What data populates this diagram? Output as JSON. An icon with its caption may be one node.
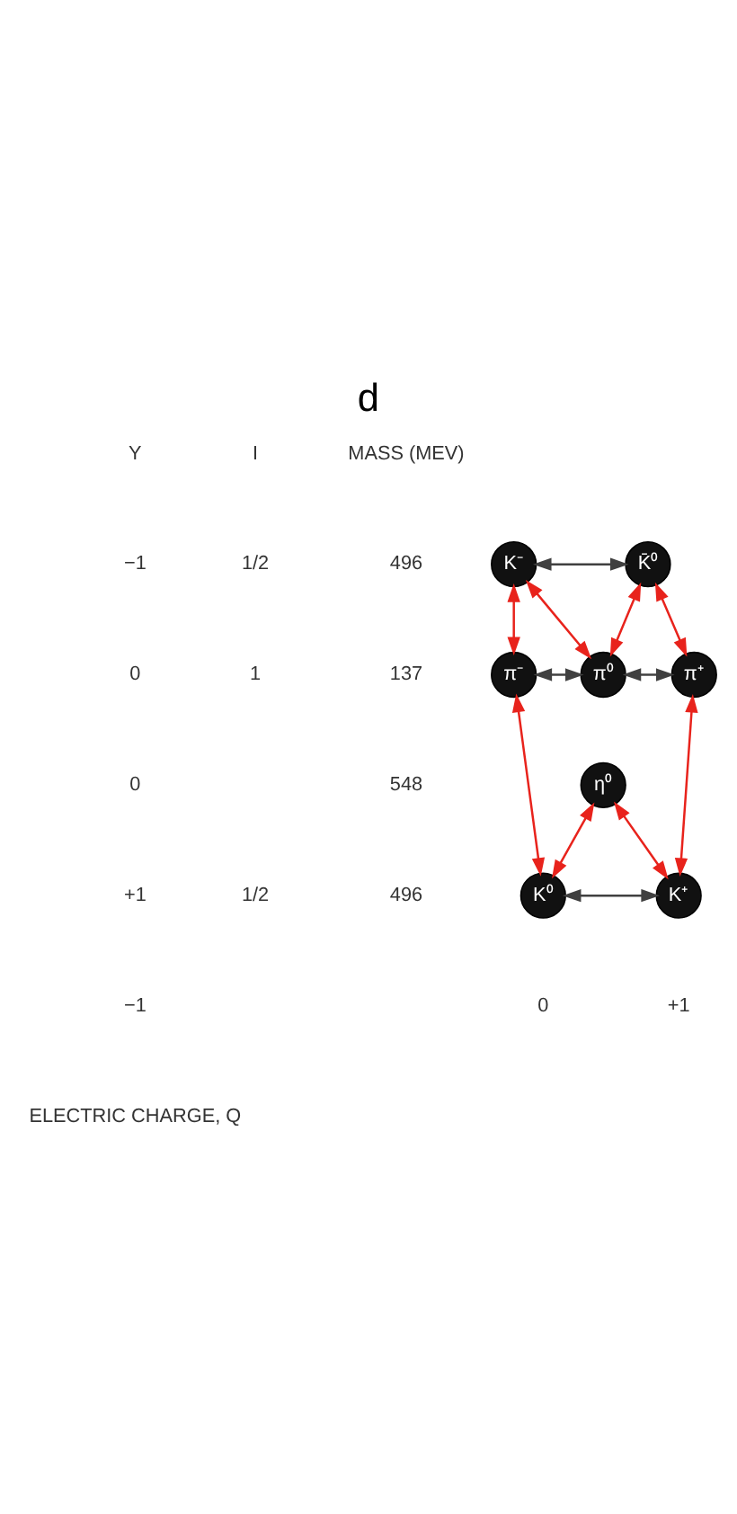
{
  "diagram": {
    "title": "d",
    "nodes": [
      {
        "text": [
          "K⁻"
        ]
      },
      {
        "text": [
          "K̄⁰"
        ]
      },
      {
        "text": [
          "π⁻"
        ]
      },
      {
        "text": [
          "π⁰"
        ]
      },
      {
        "text": [
          "π⁺"
        ]
      },
      {
        "text": [
          "η⁰"
        ]
      },
      {
        "text": [
          "K⁰"
        ]
      },
      {
        "text": [
          "K⁺"
        ]
      }
    ],
    "edges": [
      {
        "from": 0,
        "to": 1,
        "arrow": "both",
        "color": "#404040"
      },
      {
        "from": 0,
        "to": 2,
        "arrow": "both"
      },
      {
        "from": 0,
        "to": 3,
        "arrow": "both"
      },
      {
        "from": 1,
        "to": 3,
        "arrow": "both"
      },
      {
        "from": 1,
        "to": 4,
        "arrow": "both"
      },
      {
        "from": 2,
        "to": 3,
        "arrow": "both",
        "color": "#404040"
      },
      {
        "from": 3,
        "to": 4,
        "arrow": "both",
        "color": "#404040"
      },
      {
        "from": 2,
        "to": 6,
        "arrow": "both"
      },
      {
        "from": 5,
        "to": 6,
        "arrow": "both"
      },
      {
        "from": 5,
        "to": 7,
        "arrow": "both"
      },
      {
        "from": 4,
        "to": 7,
        "arrow": "both"
      },
      {
        "from": 6,
        "to": 7,
        "arrow": "both",
        "color": "#404040"
      }
    ],
    "labels": [
      "Y",
      "I",
      "MASS (MEV)",
      "−1",
      "1/2",
      "496",
      "0",
      "1",
      "137",
      "0",
      "548",
      "+1",
      "1/2",
      "496",
      "−1",
      "0",
      "+1",
      "ELECTRIC CHARGE, Q"
    ]
  }
}
